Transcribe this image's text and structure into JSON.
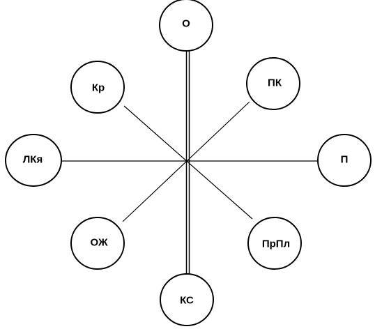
{
  "diagram": {
    "nodes": [
      {
        "id": "top",
        "label": "О"
      },
      {
        "id": "top-right",
        "label": "ПК"
      },
      {
        "id": "right",
        "label": "П"
      },
      {
        "id": "bottom-right",
        "label": "ПрПл"
      },
      {
        "id": "bottom",
        "label": "КС"
      },
      {
        "id": "bottom-left",
        "label": "ОЖ"
      },
      {
        "id": "left",
        "label": "ЛКя"
      },
      {
        "id": "top-left",
        "label": "Кр"
      }
    ],
    "edges": [
      {
        "from": "top",
        "to": "bottom",
        "style": "double"
      },
      {
        "from": "top-left",
        "to": "bottom-right",
        "style": "single"
      },
      {
        "from": "top-right",
        "to": "bottom-left",
        "style": "single"
      },
      {
        "from": "left",
        "to": "right",
        "style": "single"
      }
    ],
    "colors": {
      "stroke": "#000000",
      "fill": "#ffffff",
      "background": "#ffffff"
    }
  }
}
